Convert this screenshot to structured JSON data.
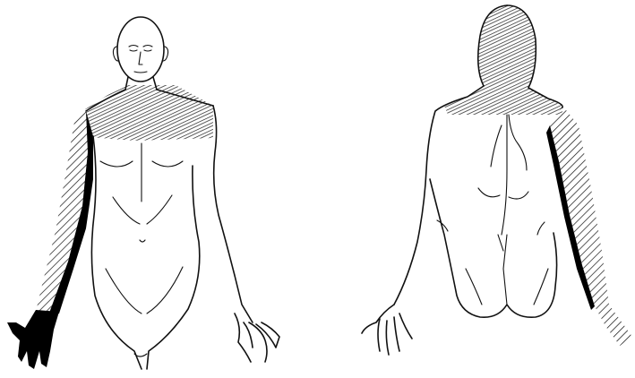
{
  "figure": {
    "views": [
      "anterior",
      "posterior"
    ],
    "ink_color": "#111111",
    "background_color": "#ffffff",
    "shading": {
      "solid": "#000000",
      "diagonal_hatch": "#111111",
      "crosshatch_region": "neck-and-shoulder-cape"
    },
    "icons": [
      "front-body-figure",
      "back-body-figure"
    ]
  }
}
